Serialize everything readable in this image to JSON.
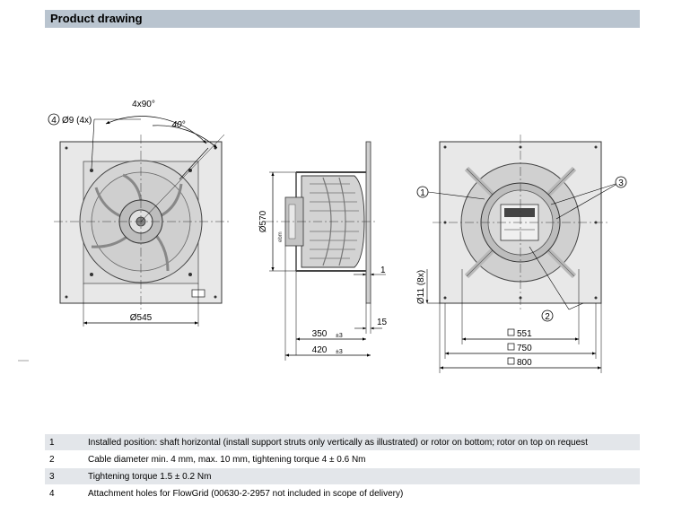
{
  "header": {
    "title": "Product drawing"
  },
  "front_view": {
    "callout_number": "4",
    "hole_label": "Ø9 (4x)",
    "angle_pattern": "4x90°",
    "angle": "40°",
    "diameter": "Ø545"
  },
  "side_view": {
    "diameter": "Ø570",
    "small_dim": "1",
    "depth_inner": "350",
    "depth_inner_tol": "±3",
    "depth_outer": "420",
    "depth_outer_tol": "±3",
    "plate_thickness": "15"
  },
  "rear_view": {
    "callout_1": "1",
    "callout_2": "2",
    "callout_3": "3",
    "hole_label": "Ø11 (8x)",
    "dim_551": "551",
    "dim_750": "750",
    "dim_800": "800"
  },
  "notes": [
    {
      "num": "1",
      "text": "Installed position: shaft horizontal (install support struts only vertically as illustrated) or rotor on bottom; rotor on top on request"
    },
    {
      "num": "2",
      "text": "Cable diameter min. 4 mm, max. 10 mm, tightening torque 4 ± 0.6 Nm"
    },
    {
      "num": "3",
      "text": "Tightening torque 1.5 ± 0.2 Nm"
    },
    {
      "num": "4",
      "text": "Attachment holes for FlowGrid (00630-2-2957 not included in scope of delivery)"
    }
  ]
}
